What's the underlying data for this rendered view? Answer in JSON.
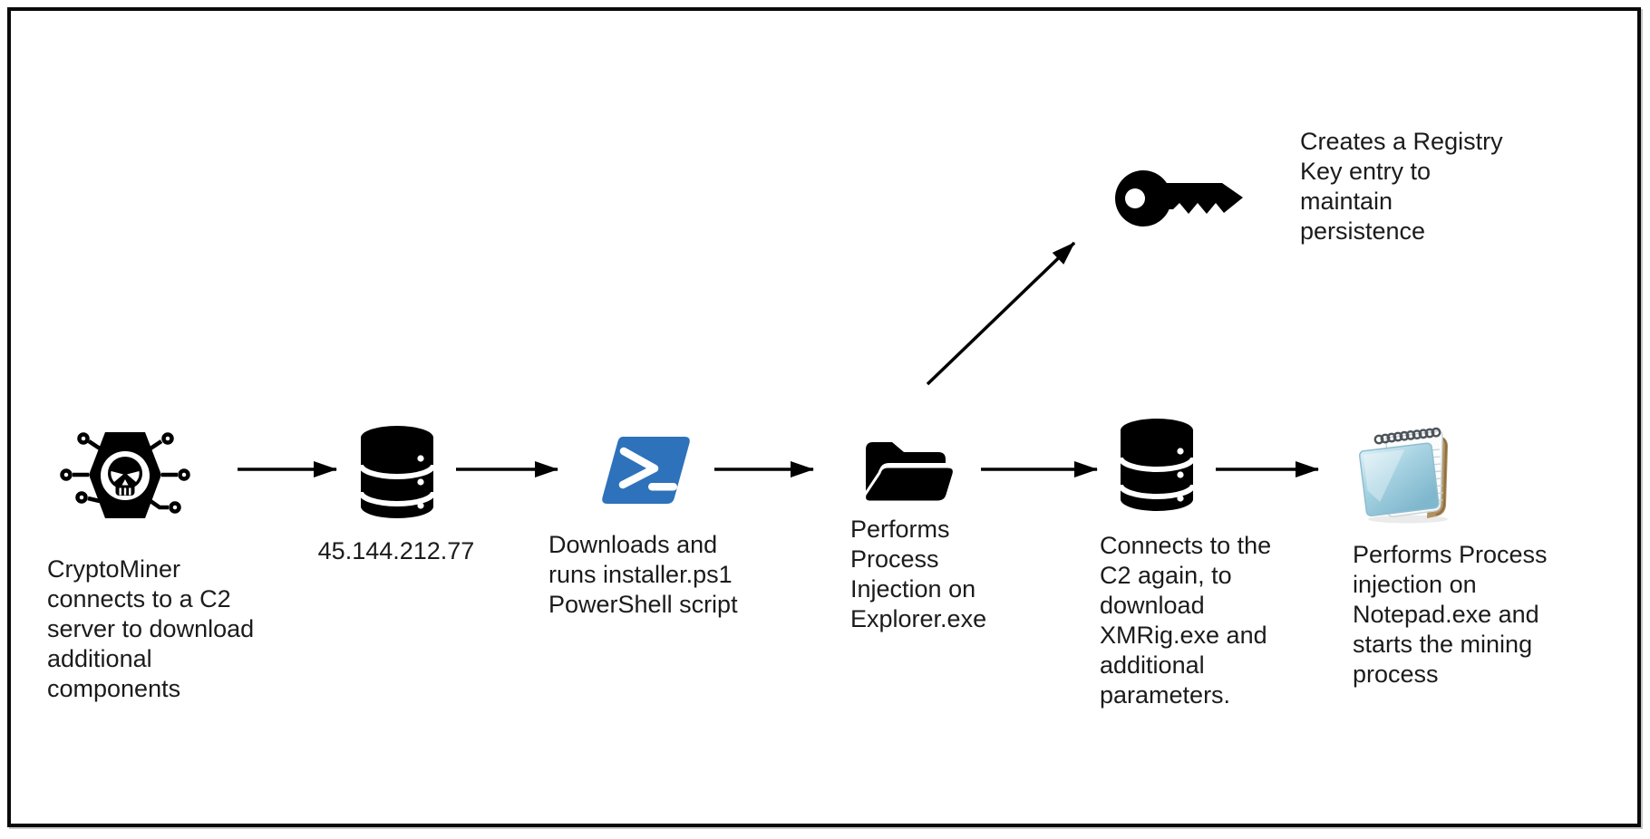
{
  "diagram": {
    "type": "flow-diagram",
    "nodes": [
      {
        "id": "cryptominer",
        "icon": "malware-hexagon-skull-icon",
        "label": "CryptoMiner\nconnects to a C2\nserver to download\nadditional\ncomponents"
      },
      {
        "id": "c2-server-ip",
        "icon": "database-icon",
        "label": "45.144.212.77"
      },
      {
        "id": "powershell-script",
        "icon": "powershell-icon",
        "label": "Downloads and\nruns installer.ps1\nPowerShell script"
      },
      {
        "id": "explorer-injection",
        "icon": "open-folder-icon",
        "label": "Performs\nProcess\nInjection on\nExplorer.exe"
      },
      {
        "id": "registry-persistence",
        "icon": "key-icon",
        "label": "Creates a Registry\nKey entry to\nmaintain\npersistence"
      },
      {
        "id": "c2-download-xmrig",
        "icon": "database-icon",
        "label": "Connects to the\nC2 again, to\ndownload\nXMRig.exe and\nadditional\nparameters."
      },
      {
        "id": "notepad-injection",
        "icon": "notepad-icon",
        "label": "Performs Process\ninjection on\nNotepad.exe and\nstarts the mining\nprocess"
      }
    ],
    "edges": [
      {
        "from": "cryptominer",
        "to": "c2-server-ip"
      },
      {
        "from": "c2-server-ip",
        "to": "powershell-script"
      },
      {
        "from": "powershell-script",
        "to": "explorer-injection"
      },
      {
        "from": "explorer-injection",
        "to": "registry-persistence"
      },
      {
        "from": "explorer-injection",
        "to": "c2-download-xmrig"
      },
      {
        "from": "c2-download-xmrig",
        "to": "notepad-injection"
      }
    ],
    "colors": {
      "icon_black": "#000000",
      "powershell_blue": "#2D72BB",
      "notepad_cover_blue": "#a7d3e2",
      "notepad_back_tan": "#b29260",
      "text": "#1b1b1b",
      "border": "#0a0a0a",
      "background": "#ffffff"
    }
  }
}
